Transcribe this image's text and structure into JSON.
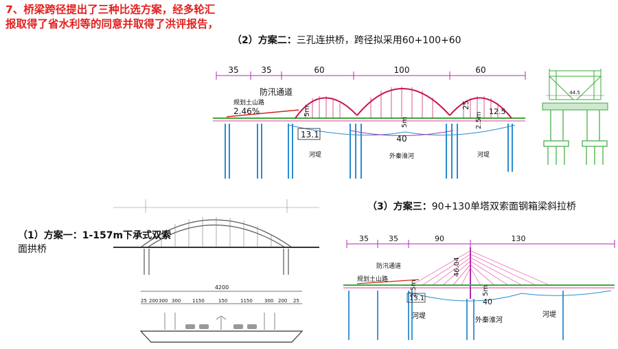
{
  "heading": {
    "line1": "7、桥梁跨径提出了三种比选方案，经多轮汇",
    "line2": "报取得了省水利等的同意并取得了洪评报告，"
  },
  "scheme2": {
    "prefix": "（2）方案二：",
    "desc": "三孔连拱桥，跨径拟采用60+100+60",
    "spans": [
      "35",
      "35",
      "60",
      "100",
      "60"
    ],
    "labels": {
      "flood_channel": "防汛通道",
      "mountain_road": "规划土山路",
      "slope": "2.46%",
      "h1": "5m",
      "h2": "5m",
      "h3": "2.5m",
      "slope_right": "12.5",
      "clearance": "13.1",
      "channel_width": "40",
      "dike_left": "河堤",
      "river": "外秦淮河",
      "dike_right": "河堤",
      "v25": "25"
    },
    "section_width": "44.5"
  },
  "scheme1": {
    "prefix": "（1）方案一：",
    "desc_line1": "1-157m下承式双索",
    "desc_line2": "面拱桥",
    "deck_total": "4200",
    "deck_dims": [
      "25",
      "200",
      "300",
      "300",
      "1150",
      "150",
      "1150",
      "300",
      "200",
      "25"
    ]
  },
  "scheme3": {
    "prefix": "（3）方案三：",
    "desc": "90+130单塔双索面钢箱梁斜拉桥",
    "spans": [
      "35",
      "35",
      "90",
      "130"
    ],
    "labels": {
      "flood_channel": "防汛通道",
      "mountain_road": "规划土山路",
      "tower_h": "46.04",
      "h1": "2.5m",
      "h2": "5m",
      "clearance": "13.1",
      "channel_width": "40",
      "dike_left": "河堤",
      "river": "外秦淮河",
      "dike_right": "河堤"
    }
  }
}
